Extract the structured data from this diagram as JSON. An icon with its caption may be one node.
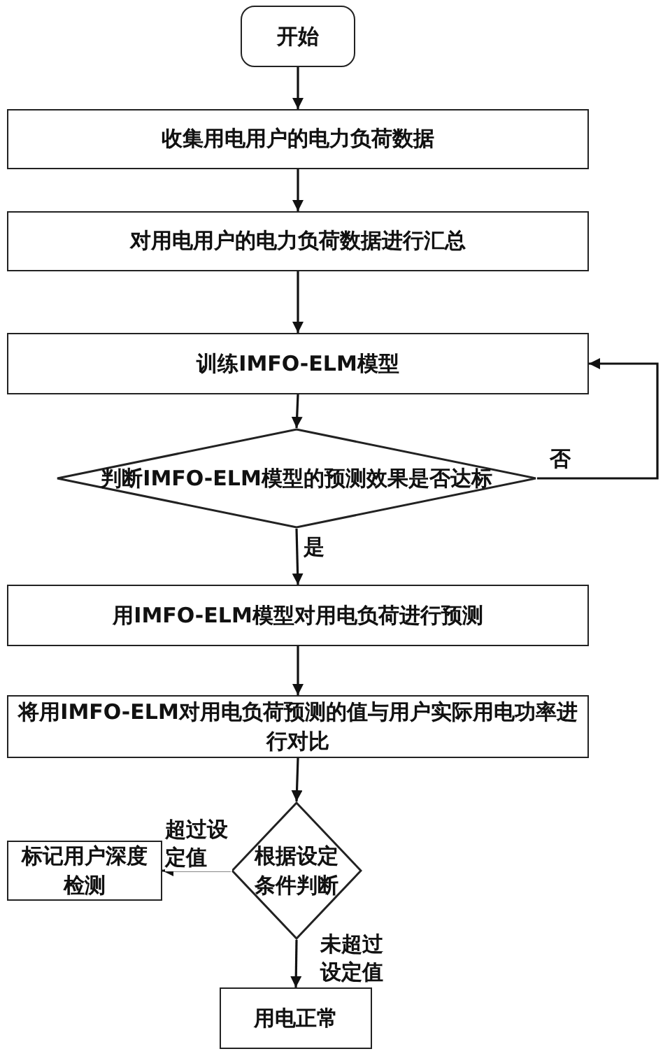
{
  "diagram": {
    "nodes": [
      {
        "text": [
          "开始"
        ]
      },
      {
        "text": [
          "收集用电用户的电力负荷数据"
        ]
      },
      {
        "text": [
          "对用电用户的电力负荷数据进行汇总"
        ]
      },
      {
        "text": [
          "训练IMFO-ELM模型"
        ]
      },
      {
        "text": [
          "判断IMFO-ELM模型的预测效果是否达标"
        ]
      },
      {
        "text": [
          "用IMFO-ELM模型对用电负荷进行预测"
        ]
      },
      {
        "text": [
          "将用IMFO-ELM对用电负荷预测的值与用户实际用电功率进行对比"
        ]
      },
      {
        "text": [
          "标记用户深度检测"
        ]
      },
      {
        "text": [
          "根据设定条件判断"
        ]
      },
      {
        "text": [
          "用电正常"
        ]
      }
    ],
    "edges": [
      {
        "from": 0,
        "to": 1,
        "arrow": "to"
      },
      {
        "from": 1,
        "to": 2,
        "arrow": "to"
      },
      {
        "from": 2,
        "to": 3,
        "arrow": "to"
      },
      {
        "from": 3,
        "to": 4,
        "arrow": "to"
      },
      {
        "from": 4,
        "to": 3,
        "arrow": "to",
        "label": "否"
      },
      {
        "from": 4,
        "to": 5,
        "arrow": "to",
        "label": "是"
      },
      {
        "from": 5,
        "to": 6,
        "arrow": "to"
      },
      {
        "from": 6,
        "to": 8,
        "arrow": "to"
      },
      {
        "from": 8,
        "to": 7,
        "arrow": "to",
        "label": "超过设定值"
      },
      {
        "from": 8,
        "to": 9,
        "arrow": "to",
        "label": "未超过设定值"
      }
    ]
  }
}
